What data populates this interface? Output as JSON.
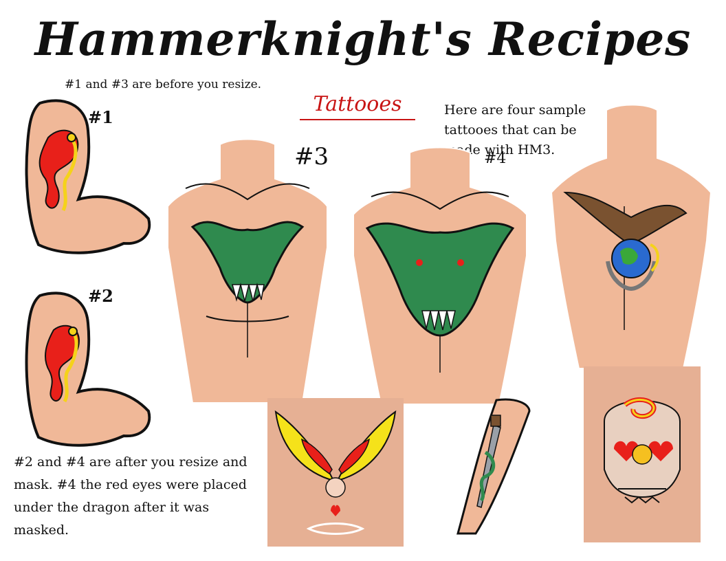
{
  "header": {
    "title": "Hammerknight's Recipes",
    "subtitle": "Tattooes"
  },
  "notes": {
    "before_resize": "#1 and #3 are before you resize.",
    "samples": "Here are four sample tattooes that can be made with HM3.",
    "after_resize": "#2 and #4 are after you resize and mask. #4 the red eyes were placed under the dragon after it was masked."
  },
  "labels": {
    "one": "#1",
    "two": "#2",
    "three": "#3",
    "four": "#4"
  },
  "colors": {
    "skin": "#f0b898",
    "outline": "#111111",
    "dragon_red": "#e8201a",
    "dragon_yellow": "#f5d21a",
    "dragon_green": "#2f8a4e",
    "tile_bg": "#e6b094",
    "accent_red": "#c81414"
  },
  "icons": {
    "arm_dragon": "red-dragon-tattoo-icon",
    "chest_dragon": "green-dragon-tattoo-icon",
    "eagle_globe": "eagle-globe-anchor-tattoo-icon",
    "angel": "winged-angel-tattoo-icon",
    "dagger": "dagger-snake-tattoo-icon",
    "skull": "skull-snake-tattoo-icon"
  }
}
